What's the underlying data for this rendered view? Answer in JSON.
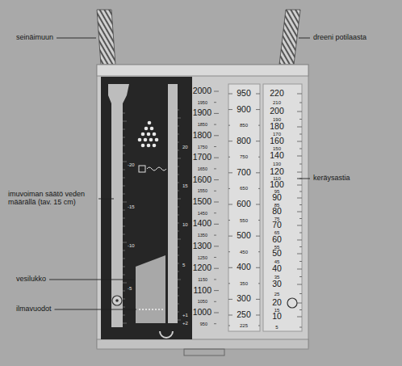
{
  "diagram": {
    "labels": [
      "seinäimuun",
      "dreeni potilaasta",
      "imuvoiman säätö veden määrällä (tav. 15 cm)",
      "vesilukko",
      "ilmavuodot",
      "keräysastia",
      "-20",
      "-15",
      "-10",
      "-5",
      "20",
      "15",
      "10",
      "5",
      "+1",
      "+2",
      "2000",
      "1950",
      "1900",
      "1850",
      "1800",
      "1750",
      "1700",
      "1650",
      "1600",
      "1550",
      "1500",
      "1450",
      "1400",
      "1350",
      "1300",
      "1250",
      "1200",
      "1150",
      "1100",
      "1050",
      "1000",
      "950",
      "950",
      "900",
      "850",
      "800",
      "750",
      "700",
      "650",
      "600",
      "550",
      "500",
      "450",
      "400",
      "350",
      "300",
      "250",
      "225",
      "220",
      "210",
      "200",
      "190",
      "180",
      "170",
      "160",
      "150",
      "140",
      "130",
      "120",
      "110",
      "100",
      "95",
      "90",
      "85",
      "80",
      "75",
      "70",
      "65",
      "60",
      "55",
      "50",
      "45",
      "40",
      "35",
      "30",
      "25",
      "20",
      "15",
      "10",
      "5"
    ]
  }
}
